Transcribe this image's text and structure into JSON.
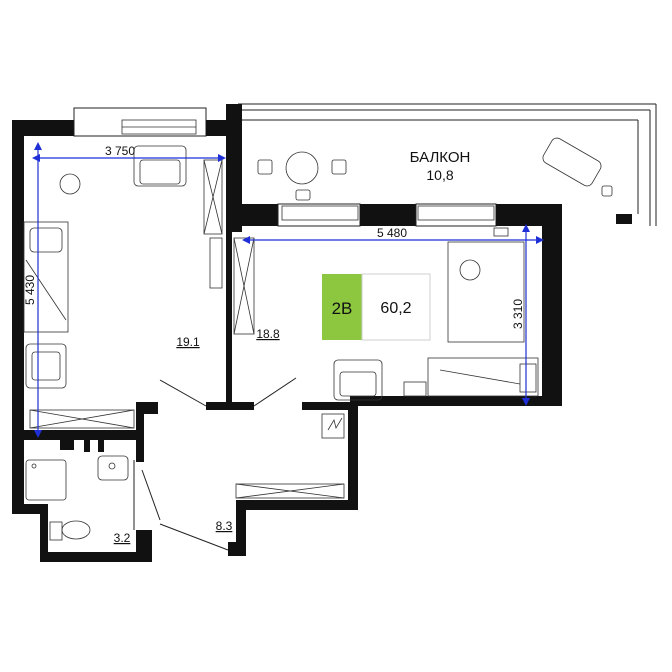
{
  "balcony": {
    "name": "БАЛКОН",
    "area": "10,8"
  },
  "dimensions": {
    "living_width": "3 750",
    "living_height": "5 430",
    "bedroom_width": "5 480",
    "bedroom_height": "3 310"
  },
  "rooms": {
    "living": "19.1",
    "bedroom": "18.8",
    "hall": "8.3",
    "bathroom": "3.2"
  },
  "badge": {
    "code": "2В",
    "area": "60,2",
    "accent_color": "#8dc63f"
  }
}
